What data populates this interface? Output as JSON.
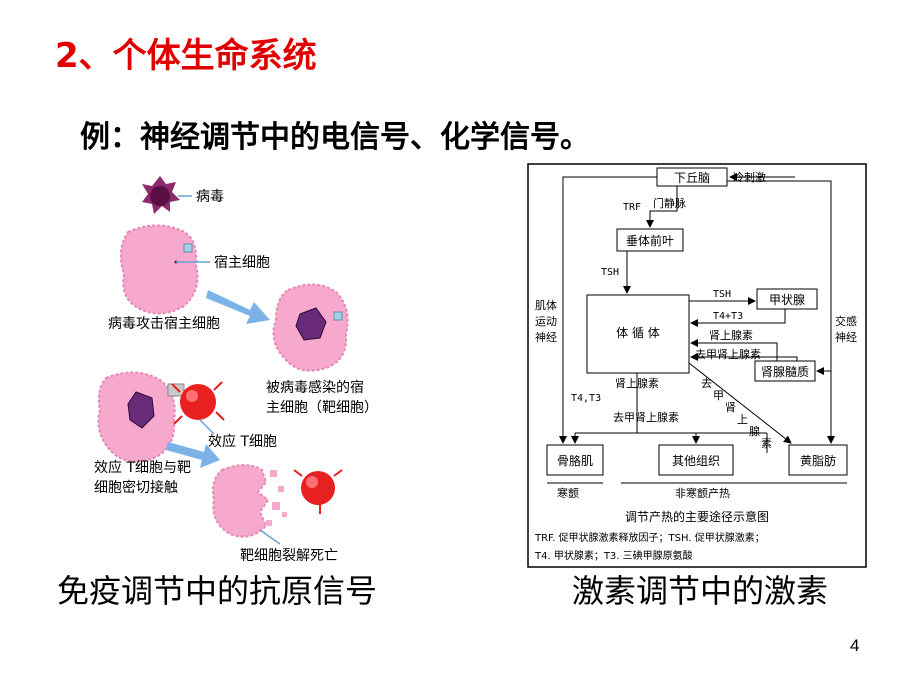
{
  "slide": {
    "title": "2、个体生命系统",
    "subtitle": "例：神经调节中的电信号、化学信号。",
    "page_number": "4"
  },
  "immune_figure": {
    "labels": {
      "virus": "病毒",
      "host_cell": "宿主细胞",
      "virus_attack": "病毒攻击宿主细胞",
      "infected_line1": "被病毒感染的宿",
      "infected_line2": "主细胞（靶细胞）",
      "effector_t": "效应 T细胞",
      "contact_line1": "效应 T细胞与靶",
      "contact_line2": "细胞密切接触",
      "lysis": "靶细胞裂解死亡"
    },
    "caption": "免疫调节中的抗原信号",
    "colors": {
      "cell": "#f5a3c8",
      "virus": "#7a1a5a",
      "t_cell": "#e01010",
      "arrow": "#4a90d8"
    }
  },
  "hormone_figure": {
    "nodes": {
      "hypothalamus": "下丘脑",
      "pituitary": "垂体前叶",
      "circulation": "体 循 体",
      "thyroid": "甲状腺",
      "adrenal_medulla": "肾腺髓质",
      "skeletal_muscle": "骨胳肌",
      "other_tissue": "其他组织",
      "brown_fat": "黄脂肪"
    },
    "edge_labels": {
      "cold": "冷刺激",
      "trf": "TRF",
      "portal_vein": "门静脉",
      "tsh_left": "TSH",
      "tsh_right": "TSH",
      "t4t3_right": "T4+T3",
      "adrenaline_right": "肾上腺素",
      "norepi_right": "去甲肾上腺素",
      "adrenaline_down": "肾上腺素",
      "t4t3_left": "T4,T3",
      "norepi_down": "去甲肾上腺素",
      "diag_line1": "去",
      "diag_line2": "甲",
      "diag_line3": "肾",
      "diag_line4": "上",
      "diag_line5": "腺",
      "diag_line6": "素",
      "somatic_1": "肌体",
      "somatic_2": "运动",
      "somatic_3": "神经",
      "sympathetic_1": "交感",
      "sympathetic_2": "神经",
      "shiver": "寒颤",
      "non_shiver": "非寒颤产热"
    },
    "figure_title": "调节产热的主要途径示意图",
    "notes": [
      "TRF. 促甲状腺激素释放因子；TSH. 促甲状腺激素；",
      "T4. 甲状腺素；T3. 三碘甲腺原氨酸"
    ],
    "caption": "激素调节中的激素"
  }
}
